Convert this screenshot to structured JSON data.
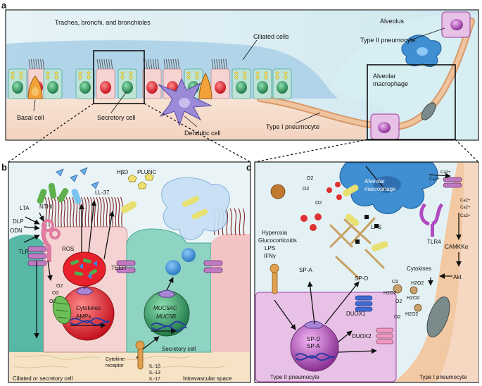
{
  "panels": {
    "a": {
      "letter": "a",
      "labels": {
        "trachea": "Trachea, bronchi, and bronchioles",
        "alveolus": "Alveolus",
        "type2": "Type II pneumocyte",
        "ciliated": "Ciliated cells",
        "alv_mac": "Alveolar",
        "alv_mac2": "macrophage",
        "basal": "Basal cell",
        "secretory": "Secretory cell",
        "type1": "Type I pneumocyte",
        "dendritic": "Dendritic cell"
      }
    },
    "b": {
      "letter": "b",
      "labels": {
        "hbd": "HβD",
        "plunc": "PLUNC",
        "ll37": "LL-37",
        "lta": "LTA",
        "nthi": "NTHi",
        "dlp": "DLP",
        "odn": "ODN",
        "tlr": "TLR",
        "ros": "ROS",
        "teer": "TEER",
        "o2a": "O2",
        "o2b": "O2",
        "o2c": "O2",
        "cytokines": "Cytokines",
        "amps": "AMPs",
        "muc5ac": "MUC5AC",
        "muc5b": "MUC5B",
        "secretory_cell": "Secretory cell",
        "cytokine": "Cytokine",
        "receptor": "receptor",
        "il1b": "IL-1β",
        "il13": "IL-13",
        "il17": "IL-17",
        "ciliated_or_secretory": "Ciliated or secretory cell",
        "intravascular": "Intravascular space"
      }
    },
    "c": {
      "letter": "c",
      "labels": {
        "o2_1": "O2",
        "o2_2": "O2",
        "o2_3": "O2",
        "alv_mac": "Alveolar",
        "alv_mac2": "macrophage",
        "ca1": "Ca2+",
        "ca2": "Ca2+",
        "ca3": "Ca2+",
        "ca4": "Ca2+",
        "ca5": "Ca2+",
        "lps": "LPS",
        "tlr4": "TLR4",
        "hyperoxia": "Hyperoxia",
        "gluco": "Glucocorticoids",
        "lps2": "LPS",
        "ifng": "IFNγ",
        "camkk": "CAMKKα",
        "spa": "SP-A",
        "spd": "SP-D",
        "cytokines": "Cytokines",
        "akt": "Akt",
        "duox1": "DUOX1",
        "duox2": "DUOX2",
        "h2o2a": "H2O2",
        "h2o2b": "H2O2",
        "h2o2c": "H2O2",
        "h2o2d": "H2O2",
        "o2_4": "O2",
        "o2_5": "O2",
        "o2_6": "O2",
        "spd2": "SP-D",
        "spa2": "SP-A",
        "type2": "Type II pneumocyte",
        "type1": "Type I pneumocyte"
      }
    }
  },
  "colors": {
    "lumen": "#d9eef4",
    "mucus": "#a9cfe6",
    "epithelium_green": "#bfe3d6",
    "nucleus_red": "#d8202c",
    "nucleus_green": "#2f8f5a",
    "cell_pink": "#f6d3d3",
    "tissue_tan": "#e9b98f",
    "macrophage_blue": "#3f8fd2",
    "type2_purple": "#e8c1e6",
    "type2_nucleus": "#9a3ea0",
    "dendritic_purple": "#9a8ad8"
  }
}
